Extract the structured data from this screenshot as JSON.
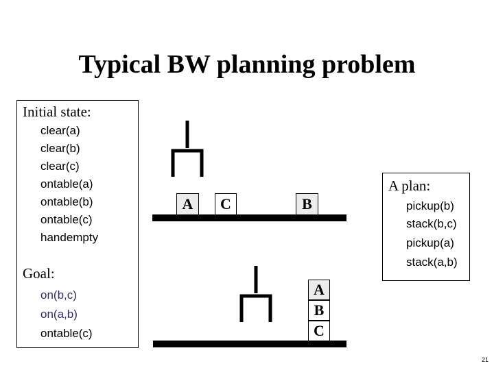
{
  "slide": {
    "title": "Typical BW planning problem",
    "page_number": "21"
  },
  "initial_state": {
    "heading": "Initial state:",
    "predicates": [
      "clear(a)",
      "clear(b)",
      "clear(c)",
      "ontable(a)",
      "ontable(b)",
      "ontable(c)",
      "handempty"
    ]
  },
  "goal": {
    "heading": "Goal:",
    "predicates": [
      "on(b,c)",
      "on(a,b)",
      "ontable(c)"
    ]
  },
  "plan": {
    "heading": "A plan:",
    "steps": [
      "pickup(b)",
      "stack(b,c)",
      "pickup(a)",
      "stack(a,b)"
    ]
  },
  "scene_initial": {
    "blocks": [
      "A",
      "C",
      "B"
    ]
  },
  "scene_goal": {
    "blocks": [
      "A",
      "B",
      "C"
    ]
  },
  "colors": {
    "goal_text": "#2d2d6e",
    "shaded_block": "#ececec"
  }
}
